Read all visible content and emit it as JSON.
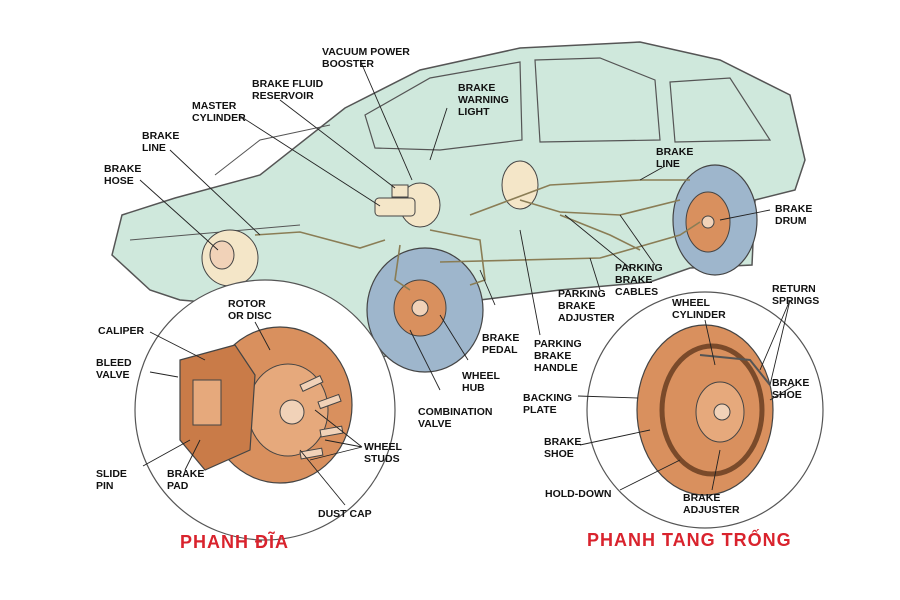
{
  "colors": {
    "car_body": "#cfe8dc",
    "outline": "#555555",
    "wheel": "#9eb6cc",
    "brake_part": "#d9905e",
    "caption": "#d9232d"
  },
  "captions": {
    "disc": "PHANH ĐĨA",
    "drum": "PHANH TANG TRỐNG"
  },
  "labels": {
    "vacuum_booster": [
      "VACUUM POWER",
      "BOOSTER"
    ],
    "fluid_reservoir": [
      "BRAKE FLUID",
      "RESERVOIR"
    ],
    "warning_light": [
      "BRAKE",
      "WARNING",
      "LIGHT"
    ],
    "master_cylinder": [
      "MASTER",
      "CYLINDER"
    ],
    "brake_line_front": [
      "BRAKE",
      "LINE"
    ],
    "brake_hose": [
      "BRAKE",
      "HOSE"
    ],
    "brake_line_rear": [
      "BRAKE",
      "LINE"
    ],
    "brake_drum": [
      "BRAKE",
      "DRUM"
    ],
    "parking_cables": [
      "PARKING",
      "BRAKE",
      "CABLES"
    ],
    "parking_adjuster": [
      "PARKING",
      "BRAKE",
      "ADJUSTER"
    ],
    "brake_pedal": [
      "BRAKE",
      "PEDAL"
    ],
    "parking_handle": [
      "PARKING",
      "BRAKE",
      "HANDLE"
    ],
    "wheel_hub": [
      "WHEEL",
      "HUB"
    ],
    "combination_valve": [
      "COMBINATION",
      "VALVE"
    ],
    "rotor": [
      "ROTOR",
      "OR DISC"
    ],
    "caliper": [
      "CALIPER"
    ],
    "bleed_valve": [
      "BLEED",
      "VALVE"
    ],
    "slide_pin": [
      "SLIDE",
      "PIN"
    ],
    "brake_pad": [
      "BRAKE",
      "PAD"
    ],
    "wheel_studs": [
      "WHEEL",
      "STUDS"
    ],
    "dust_cap": [
      "DUST CAP"
    ],
    "wheel_cylinder": [
      "WHEEL",
      "CYLINDER"
    ],
    "return_springs": [
      "RETURN",
      "SPRINGS"
    ],
    "brake_shoe_right": [
      "BRAKE",
      "SHOE"
    ],
    "backing_plate": [
      "BACKING",
      "PLATE"
    ],
    "brake_shoe_left": [
      "BRAKE",
      "SHOE"
    ],
    "hold_down": [
      "HOLD-DOWN"
    ],
    "brake_adjuster": [
      "BRAKE",
      "ADJUSTER"
    ]
  }
}
